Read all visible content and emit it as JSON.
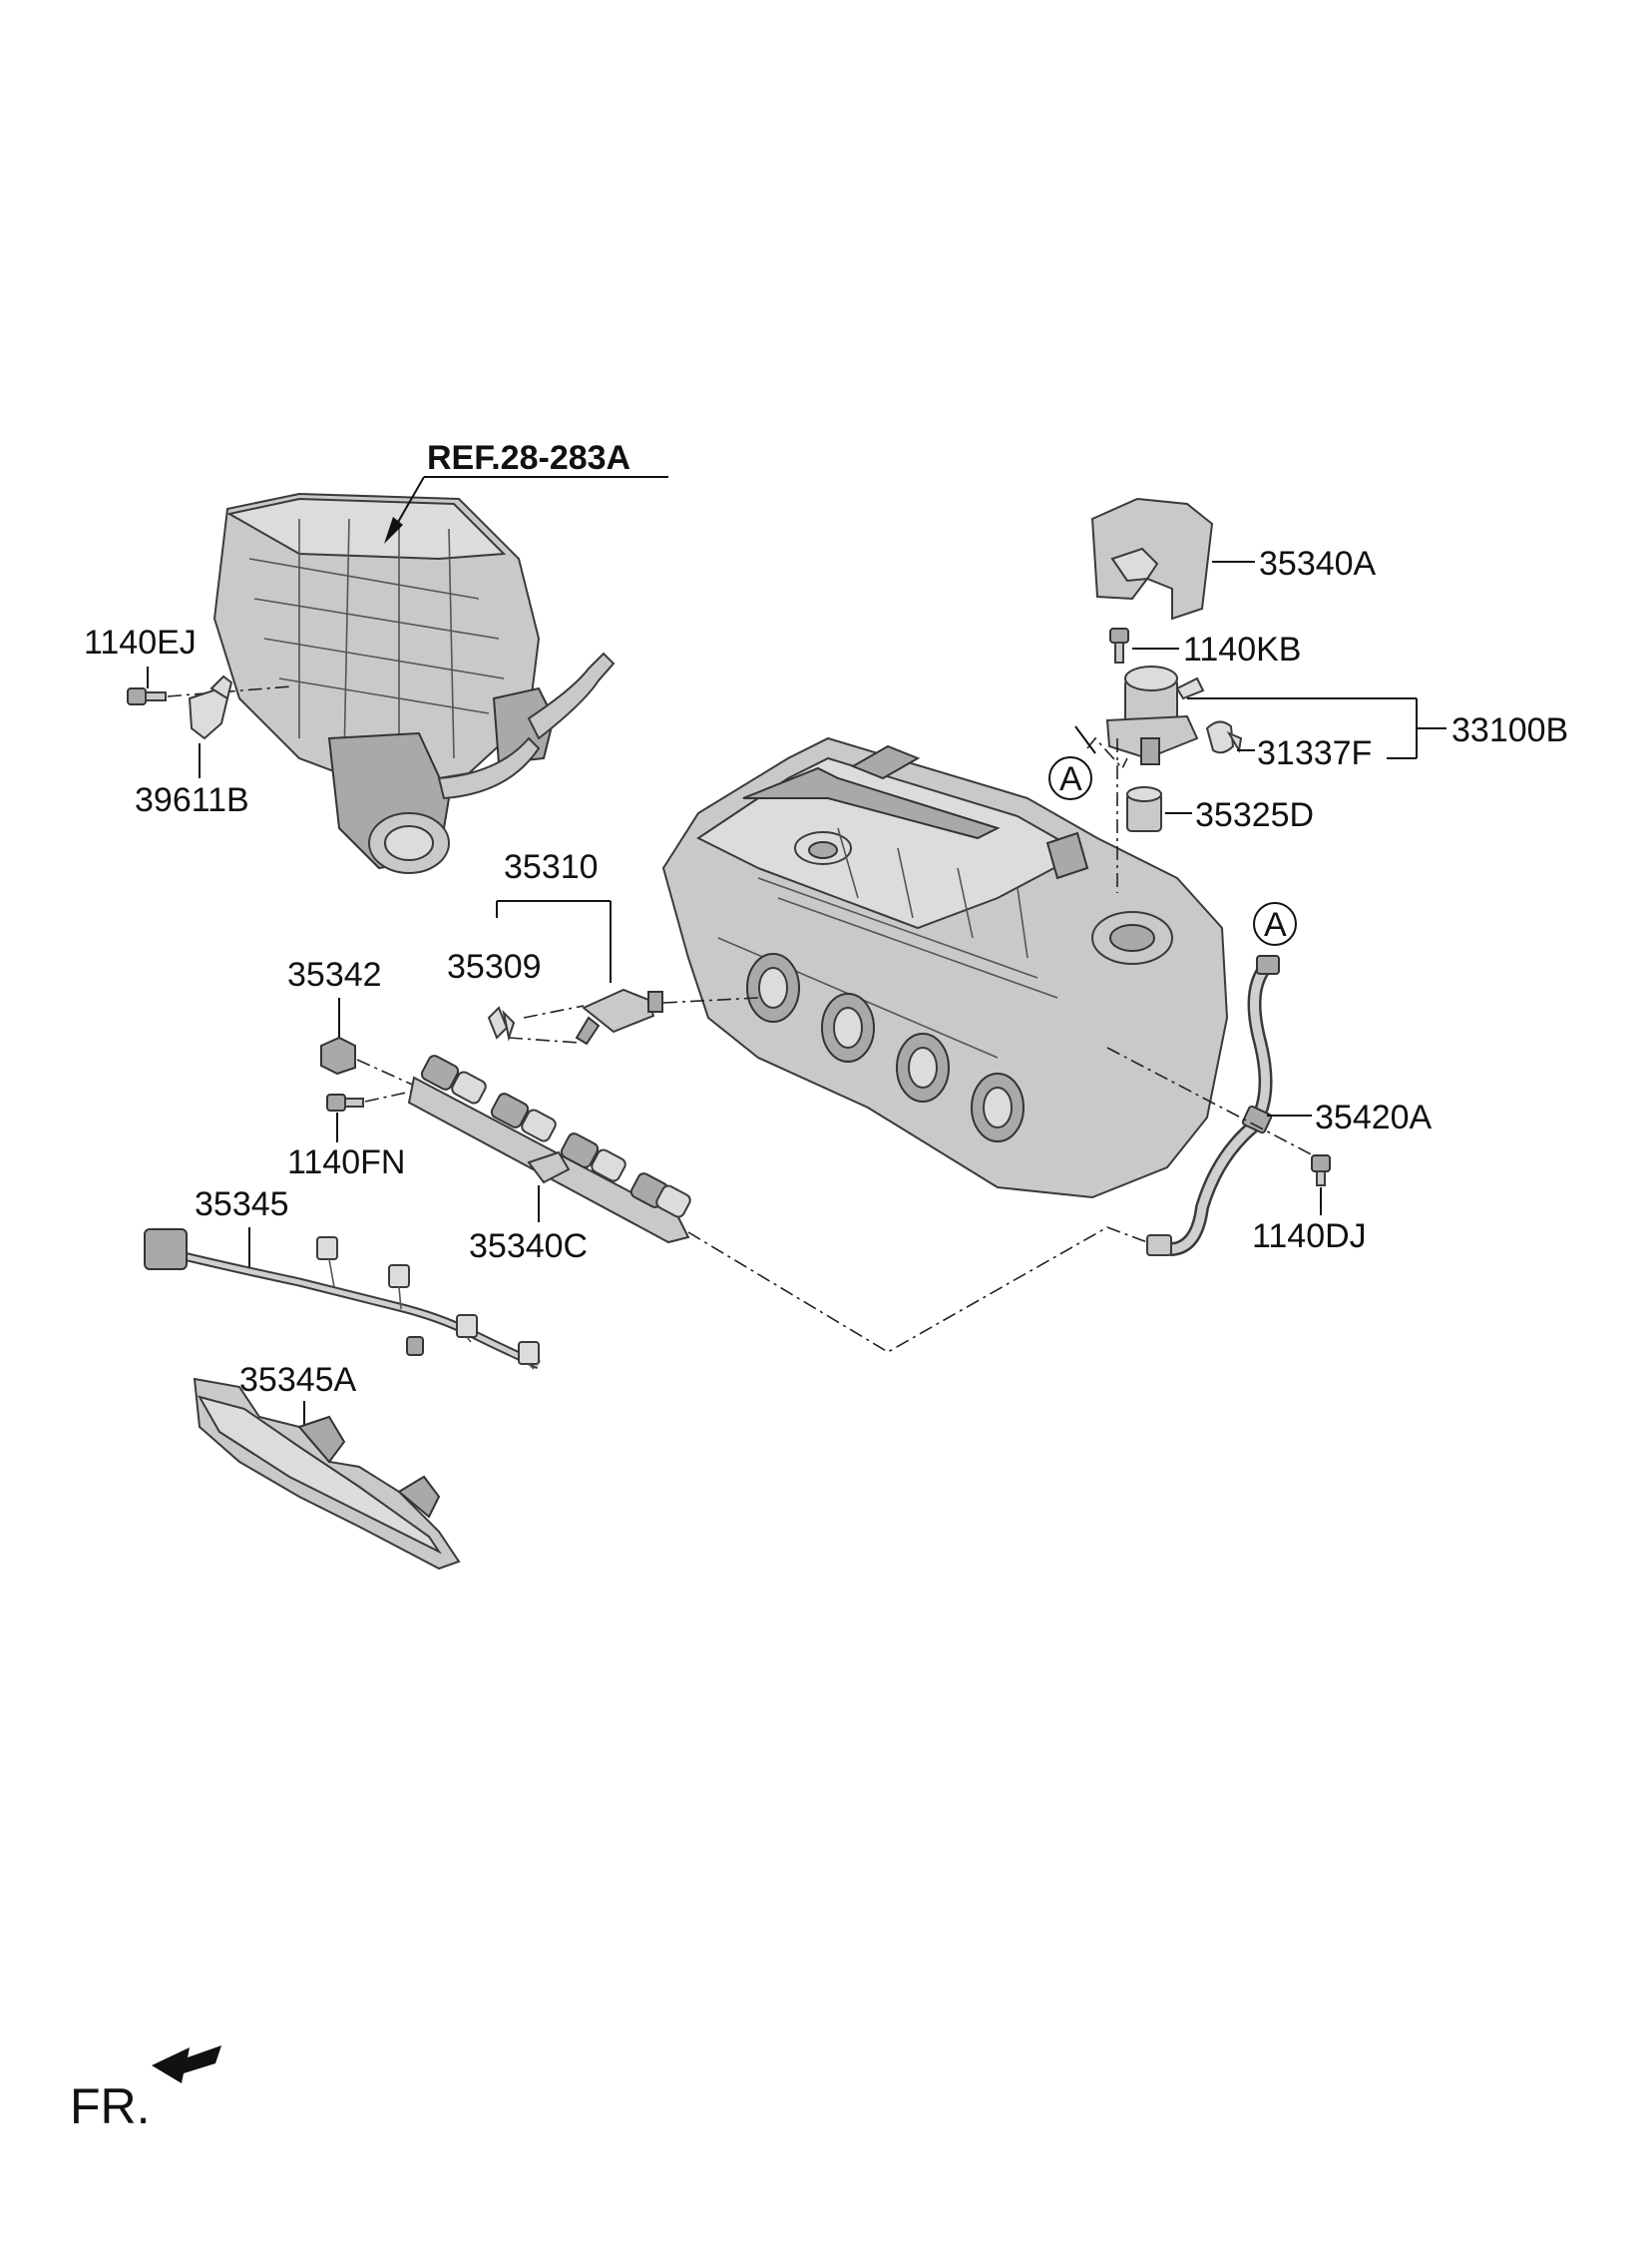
{
  "reference": "REF.28-283A",
  "callout_marker": "A",
  "front_indicator": "FR.",
  "parts": {
    "p35340A": "35340A",
    "p1140KB": "1140KB",
    "p33100B": "33100B",
    "p31337F": "31337F",
    "p35325D": "35325D",
    "p1140EJ": "1140EJ",
    "p39611B": "39611B",
    "p35310": "35310",
    "p35309": "35309",
    "p35342": "35342",
    "p1140FN": "1140FN",
    "p35340C": "35340C",
    "p35345": "35345",
    "p35345A": "35345A",
    "p35420A": "35420A",
    "p1140DJ": "1140DJ"
  },
  "icons": [
    "intake-manifold",
    "cylinder-head",
    "fuel-pump",
    "fuel-rail",
    "injector",
    "wiring-harness",
    "fuel-pipe",
    "cover",
    "bolt",
    "bracket",
    "front-arrow"
  ]
}
